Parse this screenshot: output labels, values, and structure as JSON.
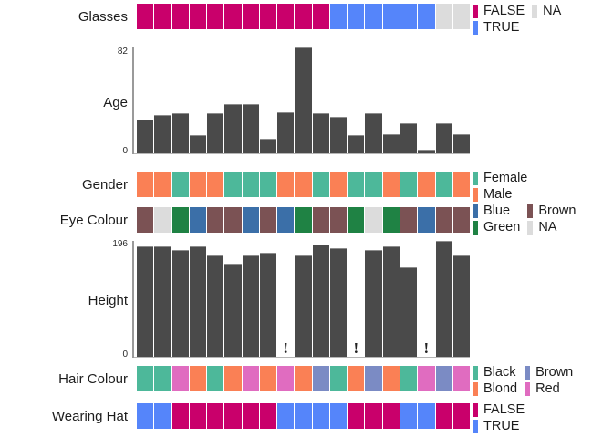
{
  "chart_data": {
    "type": "bar",
    "title": "",
    "xlabel": "",
    "ylabel": "",
    "n_observations": 19,
    "grid": false,
    "legend_position": "right",
    "panels": [
      {
        "name": "Glasses",
        "type": "categorical-strip",
        "values": [
          "FALSE",
          "FALSE",
          "FALSE",
          "FALSE",
          "FALSE",
          "FALSE",
          "FALSE",
          "FALSE",
          "FALSE",
          "FALSE",
          "FALSE",
          "TRUE",
          "TRUE",
          "TRUE",
          "TRUE",
          "TRUE",
          "TRUE",
          "NA",
          "NA"
        ],
        "levels": [
          "FALSE",
          "TRUE",
          "NA"
        ],
        "colors": {
          "FALSE": "#c9006b",
          "TRUE": "#5585fa",
          "NA": "#dcdcdc"
        }
      },
      {
        "name": "Age",
        "type": "bar",
        "values": [
          26,
          30,
          31,
          14,
          31,
          38,
          38,
          11,
          32,
          82,
          31,
          28,
          14,
          31,
          15,
          23,
          3,
          23,
          15
        ],
        "ylim": [
          0,
          82
        ],
        "tick_top": "82",
        "tick_bottom": "0",
        "bar_color": "#4a4a4a"
      },
      {
        "name": "Gender",
        "type": "categorical-strip",
        "values": [
          "Male",
          "Male",
          "Female",
          "Male",
          "Male",
          "Female",
          "Female",
          "Female",
          "Male",
          "Male",
          "Female",
          "Male",
          "Female",
          "Female",
          "Male",
          "Female",
          "Male",
          "Female",
          "Male"
        ],
        "levels": [
          "Female",
          "Male"
        ],
        "colors": {
          "Female": "#4db89a",
          "Male": "#fa8055"
        }
      },
      {
        "name": "Eye Colour",
        "type": "categorical-strip",
        "values": [
          "Brown",
          "NA",
          "Green",
          "Blue",
          "Brown",
          "Brown",
          "Blue",
          "Brown",
          "Blue",
          "Green",
          "Brown",
          "Brown",
          "Green",
          "NA",
          "Green",
          "Brown",
          "Blue",
          "Brown",
          "Brown"
        ],
        "levels": [
          "Blue",
          "Brown",
          "Green",
          "NA"
        ],
        "colors": {
          "Blue": "#3b6fa8",
          "Brown": "#7b5254",
          "Green": "#1f8244",
          "NA": "#dcdcdc"
        }
      },
      {
        "name": "Height",
        "type": "bar",
        "values": [
          186,
          186,
          180,
          186,
          172,
          158,
          172,
          176,
          null,
          172,
          190,
          184,
          null,
          180,
          186,
          152,
          null,
          196,
          172
        ],
        "ylim": [
          0,
          196
        ],
        "tick_top": "196",
        "tick_bottom": "0",
        "bar_color": "#4a4a4a",
        "missing_indices": [
          8,
          12,
          16
        ],
        "missing_marker": "!"
      },
      {
        "name": "Hair Colour",
        "type": "categorical-strip",
        "values": [
          "Black",
          "Black",
          "Red",
          "Blond",
          "Black",
          "Blond",
          "Red",
          "Blond",
          "Red",
          "Blond",
          "Brown",
          "Black",
          "Blond",
          "Brown",
          "Blond",
          "Black",
          "Red",
          "Brown",
          "Red"
        ],
        "levels": [
          "Black",
          "Blond",
          "Brown",
          "Red"
        ],
        "colors": {
          "Black": "#4db89a",
          "Blond": "#fa8055",
          "Brown": "#7b8bc4",
          "Red": "#e06cc0"
        }
      },
      {
        "name": "Wearing Hat",
        "type": "categorical-strip",
        "values": [
          "TRUE",
          "TRUE",
          "FALSE",
          "FALSE",
          "FALSE",
          "FALSE",
          "FALSE",
          "FALSE",
          "TRUE",
          "TRUE",
          "TRUE",
          "TRUE",
          "FALSE",
          "FALSE",
          "FALSE",
          "TRUE",
          "TRUE",
          "FALSE",
          "FALSE"
        ],
        "levels": [
          "FALSE",
          "TRUE"
        ],
        "colors": {
          "FALSE": "#c9006b",
          "TRUE": "#5585fa"
        }
      }
    ]
  },
  "labels": {
    "glasses": "Glasses",
    "age": "Age",
    "gender": "Gender",
    "eye_colour": "Eye Colour",
    "height": "Height",
    "hair_colour": "Hair Colour",
    "wearing_hat": "Wearing Hat"
  },
  "axes": {
    "age_top": "82",
    "age_bottom": "0",
    "height_top": "196",
    "height_bottom": "0"
  },
  "legends": {
    "glasses": [
      {
        "label": "FALSE",
        "color": "#c9006b"
      },
      {
        "label": "TRUE",
        "color": "#5585fa"
      },
      {
        "label": "NA",
        "color": "#dcdcdc"
      }
    ],
    "gender": [
      {
        "label": "Female",
        "color": "#4db89a"
      },
      {
        "label": "Male",
        "color": "#fa8055"
      }
    ],
    "eye_colour": [
      {
        "label": "Blue",
        "color": "#3b6fa8"
      },
      {
        "label": "Brown",
        "color": "#7b5254"
      },
      {
        "label": "Green",
        "color": "#1f8244"
      },
      {
        "label": "NA",
        "color": "#dcdcdc"
      }
    ],
    "hair_colour": [
      {
        "label": "Black",
        "color": "#4db89a"
      },
      {
        "label": "Blond",
        "color": "#fa8055"
      },
      {
        "label": "Brown",
        "color": "#7b8bc4"
      },
      {
        "label": "Red",
        "color": "#e06cc0"
      }
    ],
    "wearing_hat": [
      {
        "label": "FALSE",
        "color": "#c9006b"
      },
      {
        "label": "TRUE",
        "color": "#5585fa"
      }
    ]
  }
}
